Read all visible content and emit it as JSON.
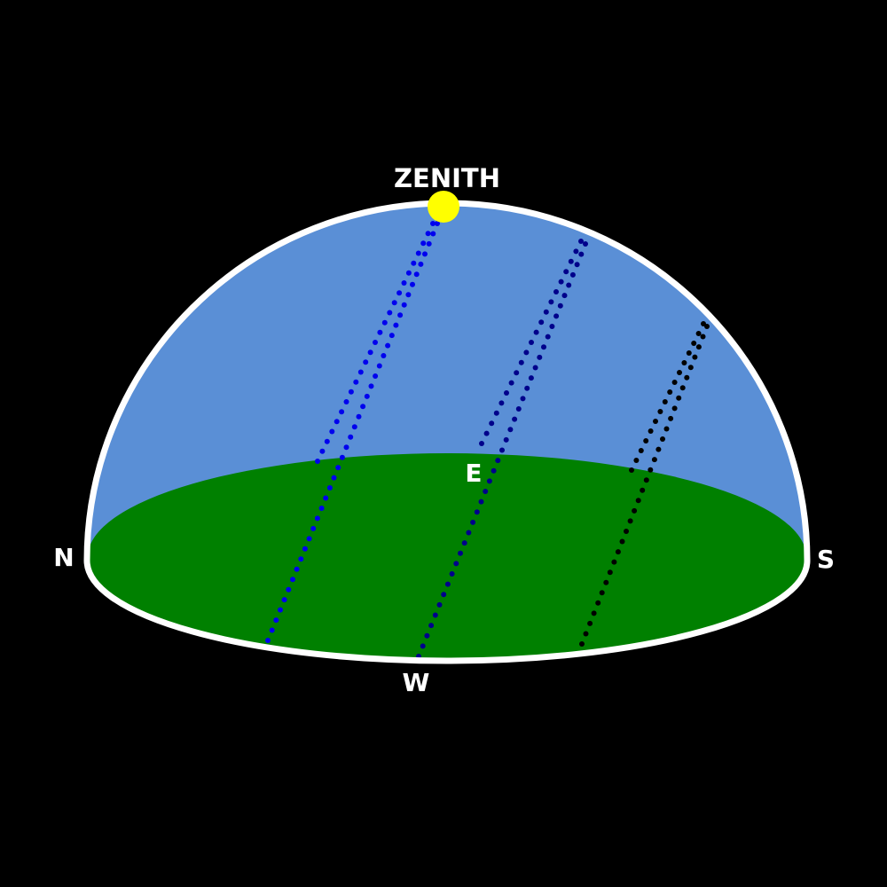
{
  "labels": {
    "zenith": "ZENITH",
    "north": "N",
    "south": "S",
    "east": "E",
    "west": "W"
  },
  "colors": {
    "background": "#000000",
    "sky": "#5a8fd6",
    "ground": "#008000",
    "outline": "#ffffff",
    "sun": "#ffff00",
    "path_summer": "#0000ee",
    "path_equinox": "#00008b",
    "path_winter": "#000000"
  },
  "sun_paths": [
    {
      "id": "summer"
    },
    {
      "id": "equinox"
    },
    {
      "id": "winter"
    }
  ]
}
